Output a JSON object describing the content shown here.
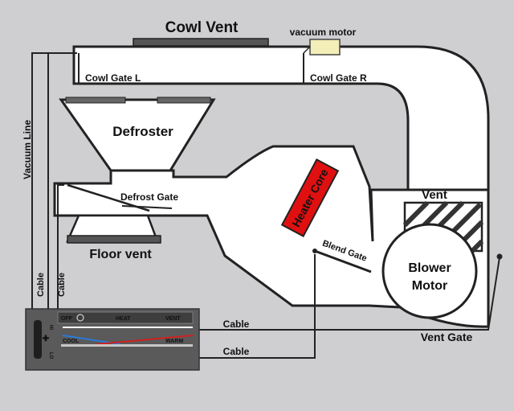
{
  "labels": {
    "cowl_vent": "Cowl Vent",
    "vacuum_motor": "vacuum motor",
    "cowl_gate_l": "Cowl Gate L",
    "cowl_gate_r": "Cowl Gate R",
    "defroster": "Defroster",
    "vacuum_line": "Vacuum Line",
    "defrost_gate": "Defrost Gate",
    "floor_vent": "Floor vent",
    "heater_core": "Heater Core",
    "vent": "Vent",
    "blend_gate": "Blend Gate",
    "blower": "Blower",
    "motor": "Motor",
    "cable_left_1": "Cable",
    "cable_left_2": "Cable",
    "cable_top": "Cable",
    "cable_bottom": "Cable",
    "vent_gate": "Vent Gate"
  },
  "control_panel": {
    "off": "OFF",
    "heat": "HEAT",
    "vent": "VENT",
    "cool": "COOL",
    "warm": "WARM",
    "fan_hi": "HI",
    "fan_lo": "LO",
    "fan_plus": "✚"
  },
  "colors": {
    "background": "#cfcfd2",
    "duct_fill": "#ffffff",
    "heater_core": "#e01010",
    "vacuum_motor": "#f4eeb8",
    "panel": "#5a5a5a",
    "cool_line": "#2a7ad8",
    "warm_line": "#d02020"
  }
}
